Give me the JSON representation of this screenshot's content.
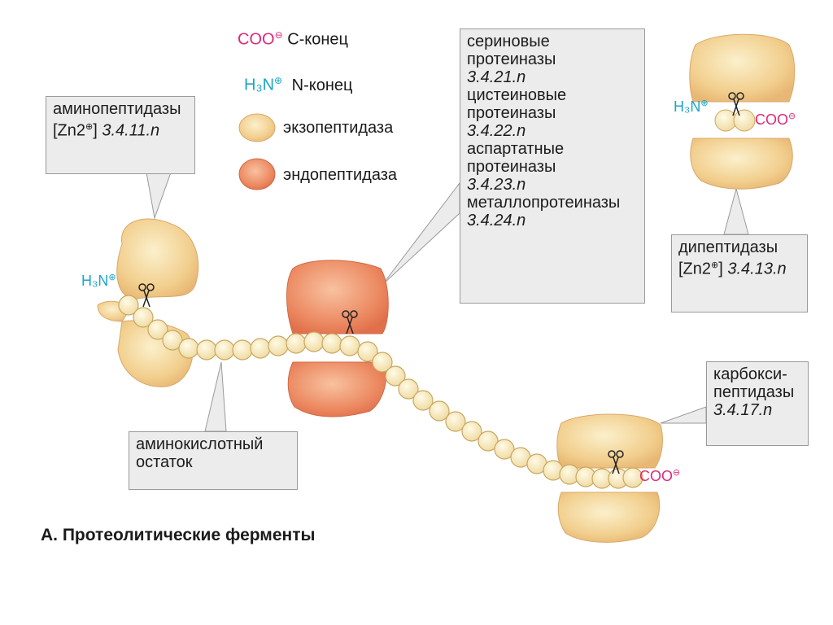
{
  "legend": {
    "c_end_chem": "COO",
    "c_end_label": "C-конец",
    "n_end_chem": "H₃N",
    "n_end_label": "N-конец",
    "exo_label": "экзопептидаза",
    "endo_label": "эндопептидаза"
  },
  "colors": {
    "exo_fill": "#f3d79c",
    "endo_fill": "#ef8f68",
    "coo_color": "#e0287a",
    "h3n_color": "#1aa6c8",
    "bead_fill": "#f6e9b8"
  },
  "labels": {
    "aminopeptidases": {
      "line1": "аминопептидазы",
      "line2_prefix": "[Zn2",
      "line2_suffix": "]",
      "code": "3.4.11.n"
    },
    "endo_families": {
      "serine": "сериновые",
      "serine2": "протеиназы",
      "serine_code": "3.4.21.n",
      "cysteine": "цистеиновые",
      "cysteine2": "протеиназы",
      "cysteine_code": "3.4.22.n",
      "aspartic": "аспартатные",
      "aspartic2": "протеиназы",
      "aspartic_code": "3.4.23.n",
      "metallo": "металлопротеиназы",
      "metallo_code": "3.4.24.n"
    },
    "dipeptidases": {
      "line1": "дипептидазы",
      "line2_prefix": "[Zn2",
      "line2_suffix": "]",
      "code": "3.4.13.n"
    },
    "carboxypeptidases": {
      "line1": "карбокси-",
      "line2": "пептидазы",
      "code": "3.4.17.n"
    },
    "residue": {
      "line1": "аминокислотный",
      "line2": "остаток"
    },
    "h3n": "H₃N",
    "coo": "COO"
  },
  "title": "А. Протеолитические ферменты"
}
